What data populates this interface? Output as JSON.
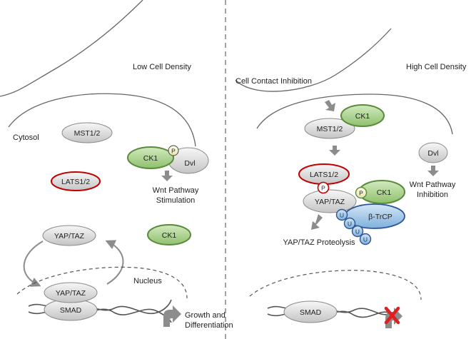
{
  "left": {
    "heading": "Low Cell Density",
    "cytosol_label": "Cytosol",
    "nucleus_label": "Nucleus",
    "mst": "MST1/2",
    "lats": "LATS1/2",
    "ck1_membrane": "CK1",
    "phospho": "P",
    "dvl": "Dvl",
    "wnt_line1": "Wnt Pathway",
    "wnt_line2": "Stimulation",
    "ck1_free": "CK1",
    "yap_cyto": "YAP/TAZ",
    "yap_nuc": "YAP/TAZ",
    "smad": "SMAD",
    "growth_line1": "Growth and",
    "growth_line2": "Differentiation"
  },
  "right": {
    "heading": "High Cell Density",
    "contact_label": "Cell Contact Inhibition",
    "ck1_top": "CK1",
    "mst": "MST1/2",
    "dvl": "Dvl",
    "wnt_line1": "Wnt Pathway",
    "wnt_line2": "Inhibition",
    "lats": "LATS1/2",
    "phospho_lats": "P",
    "yap": "YAP/TAZ",
    "phospho_ck1": "P",
    "ck1": "CK1",
    "btrcp": "β-TrCP",
    "ubiquitin": [
      "U",
      "U",
      "U",
      "U"
    ],
    "proteolysis": "YAP/TAZ Proteolysis",
    "smad": "SMAD"
  },
  "colors": {
    "green_fill": "#a9d18e",
    "green_stroke": "#5a8a3c",
    "red_stroke": "#c00000",
    "blue_fill": "#9dc3e6",
    "blue_stroke": "#2e5597",
    "cross": "#e02020",
    "arrow": "#8c8c8c"
  }
}
